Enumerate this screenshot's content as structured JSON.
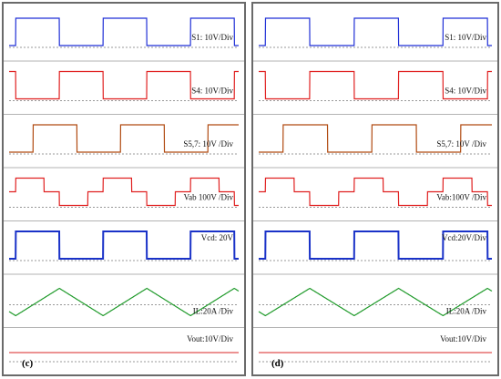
{
  "chart_data": [
    {
      "type": "line",
      "panel_label": "(c)",
      "title": "",
      "series": [
        {
          "label": "S1: 10V/Div",
          "color": "#1f2fd6",
          "kind": "square",
          "period": 4,
          "duty": 0.5,
          "phase": 0.3
        },
        {
          "label": "S4: 10V/Div",
          "color": "#e02020",
          "kind": "square",
          "period": 4,
          "duty": 0.5,
          "phase": 2.3
        },
        {
          "label": "S5,7: 10V /Div",
          "color": "#b04a10",
          "kind": "square",
          "period": 4,
          "duty": 0.5,
          "phase": 1.1
        },
        {
          "label": "Vab 100V /Div",
          "color": "#e02020",
          "kind": "three-level",
          "period": 4,
          "phase": 0.3
        },
        {
          "label": "Vcd: 20V",
          "color": "#1a32c8",
          "kind": "square",
          "period": 4,
          "duty": 0.5,
          "phase": 0.3
        },
        {
          "label": "IL:20A /Div",
          "color": "#1f9a2a",
          "kind": "triangle",
          "period": 4,
          "phase": 0.3
        },
        {
          "label": "Vout:10V/Div",
          "color": "#e05050",
          "kind": "flat"
        }
      ]
    },
    {
      "type": "line",
      "panel_label": "(d)",
      "title": "",
      "series": [
        {
          "label": "S1: 10V/Div",
          "color": "#1f2fd6",
          "kind": "square",
          "period": 4,
          "duty": 0.5,
          "phase": 0.3
        },
        {
          "label": "S4: 10V/Div",
          "color": "#e02020",
          "kind": "square",
          "period": 4,
          "duty": 0.5,
          "phase": 2.3
        },
        {
          "label": "S5,7: 10V /Div",
          "color": "#b04a10",
          "kind": "square",
          "period": 4,
          "duty": 0.5,
          "phase": 1.1
        },
        {
          "label": "Vab:100V /Div",
          "color": "#e02020",
          "kind": "three-level",
          "period": 4,
          "phase": 0.3
        },
        {
          "label": "Vcd:20V/Div",
          "color": "#1a32c8",
          "kind": "square",
          "period": 4,
          "duty": 0.5,
          "phase": 0.3
        },
        {
          "label": "IL:20A /Div",
          "color": "#1f9a2a",
          "kind": "triangle",
          "period": 4,
          "phase": 0.3
        },
        {
          "label": "Vout:10V/Div",
          "color": "#e05050",
          "kind": "flat"
        }
      ]
    }
  ]
}
